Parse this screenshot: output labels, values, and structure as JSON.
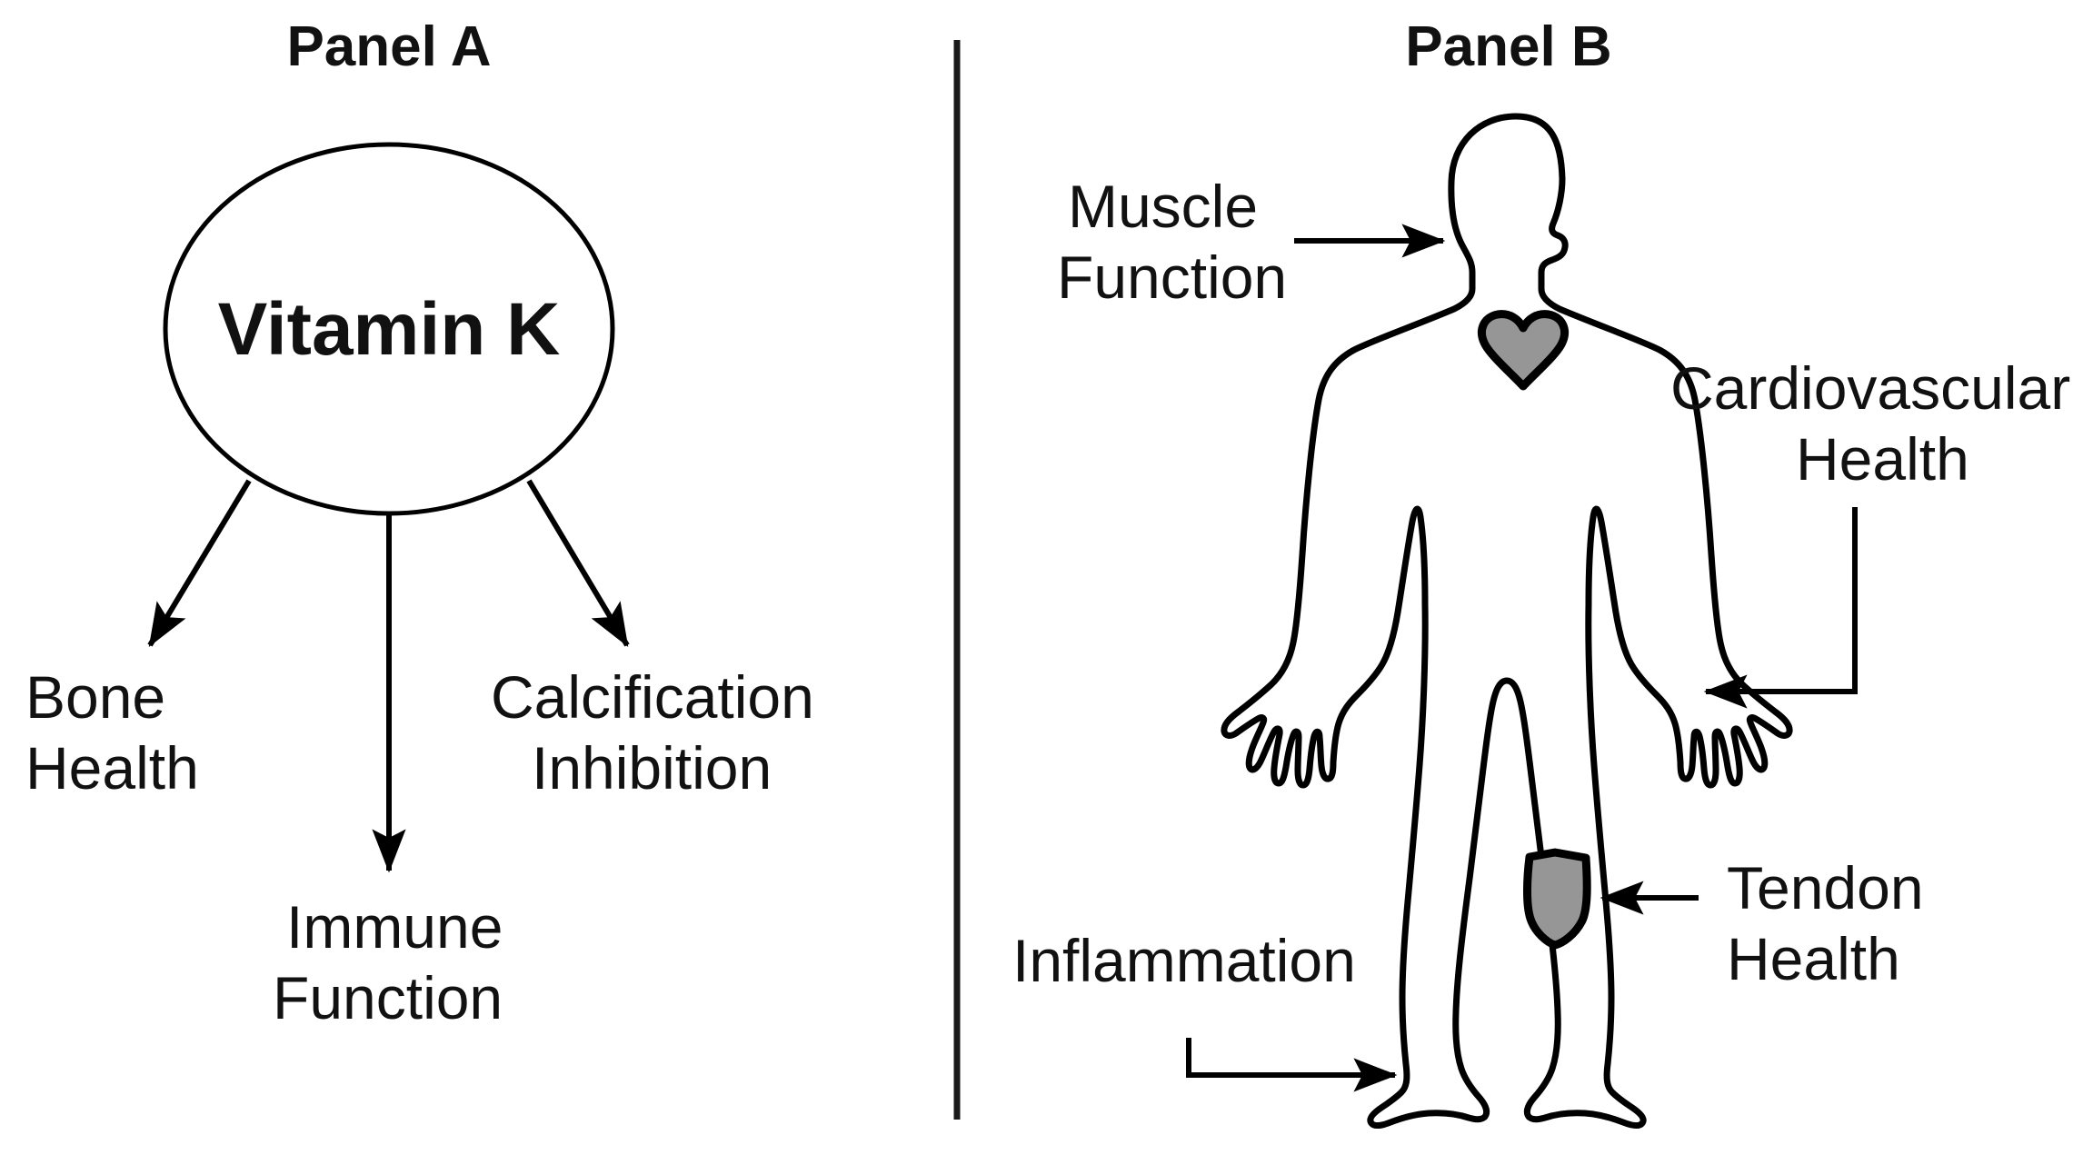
{
  "figure": {
    "background_color": "#ffffff",
    "ink_color": "#000000",
    "organ_fill_color": "#969696"
  },
  "panel_a": {
    "title": "Panel A",
    "center_node": {
      "label": "Vitamin K",
      "shape": "ellipse"
    },
    "branches": [
      {
        "label_line1": "Bone",
        "label_line2": "Health",
        "direction": "down-left",
        "arrow": "single-head"
      },
      {
        "label_line1": "Immune",
        "label_line2": "Function",
        "direction": "down",
        "arrow": "single-head"
      },
      {
        "label_line1": "Calcification",
        "label_line2": "Inhibition",
        "direction": "down-right",
        "arrow": "single-head"
      }
    ]
  },
  "panel_b": {
    "title": "Panel B",
    "figure_label": "human-body-silhouette",
    "organs": [
      {
        "name": "heart",
        "icon": "heart-icon",
        "fill": "#969696"
      },
      {
        "name": "tendon",
        "icon": "shield-icon",
        "fill": "#969696"
      }
    ],
    "callouts": [
      {
        "label_line1": "Muscle",
        "label_line2": "Function",
        "side": "left",
        "target": "shoulder",
        "arrow": "straight-right"
      },
      {
        "label_line1": "Cardiovascular",
        "label_line2": "Health",
        "side": "right",
        "target": "hand",
        "arrow": "elbow-left"
      },
      {
        "label_line1": "Tendon",
        "label_line2": "Health",
        "side": "right",
        "target": "knee",
        "arrow": "straight-left"
      },
      {
        "label_line1": "Inflammation",
        "label_line2": "",
        "side": "left",
        "target": "ankle",
        "arrow": "elbow-right"
      }
    ]
  }
}
